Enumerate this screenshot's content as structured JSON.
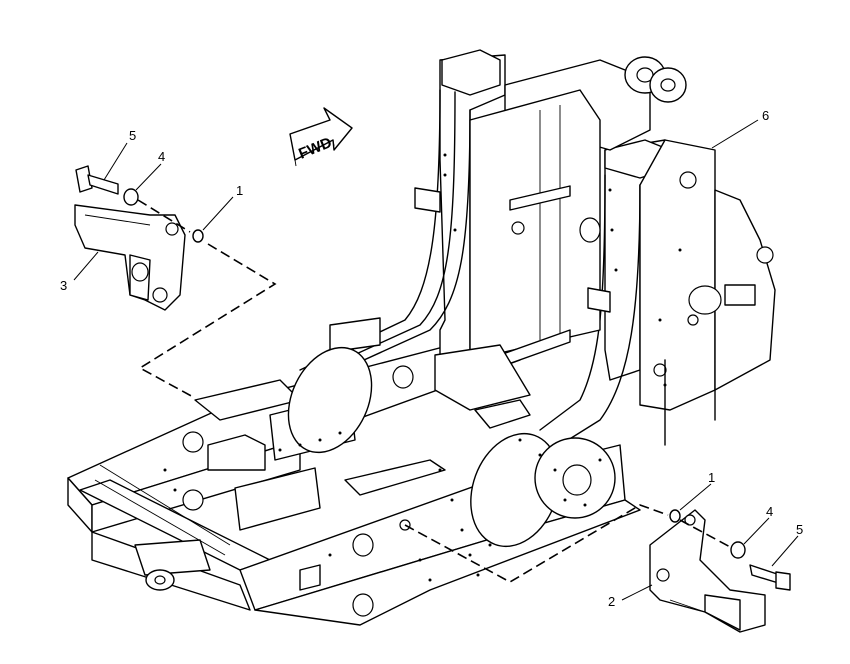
{
  "direction_label": "FWD",
  "callouts": {
    "left_washer": "1",
    "left_flatwasher": "4",
    "left_bolt": "5",
    "left_bracket": "3",
    "frame": "6",
    "right_washer": "1",
    "right_flatwasher": "4",
    "right_bolt": "5",
    "right_bracket": "2"
  }
}
